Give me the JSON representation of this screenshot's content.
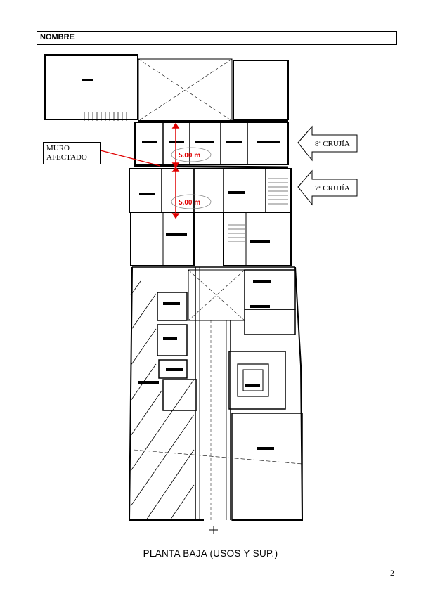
{
  "header": {
    "label": "NOMBRE"
  },
  "callouts": {
    "muro_line1": "MURO",
    "muro_line2": "AFECTADO",
    "crujia_8": "8ª CRUJÍA",
    "crujia_7": "7ª CRUJÍA"
  },
  "dimensions": {
    "upper": "5.00 m",
    "lower": "5.00 m"
  },
  "caption": "PLANTA BAJA (USOS Y SUP.)",
  "page_number": "2",
  "colors": {
    "annotation": "#e00000",
    "lines": "#000000"
  }
}
